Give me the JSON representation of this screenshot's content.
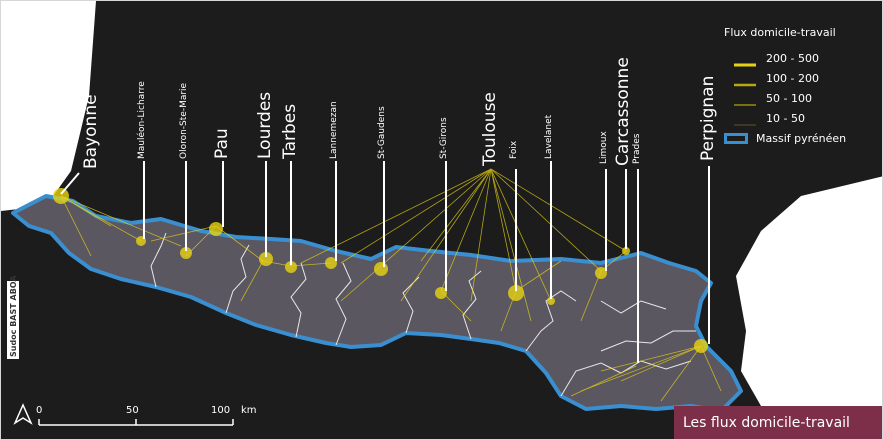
{
  "map": {
    "cities": [
      {
        "id": "bayonne",
        "label": "Bayonne",
        "size": "big"
      },
      {
        "id": "mauleon",
        "label": "Mauléon-Licharre",
        "size": "small"
      },
      {
        "id": "oloron",
        "label": "Oloron-Ste-Marie",
        "size": "small"
      },
      {
        "id": "pau",
        "label": "Pau",
        "size": "big"
      },
      {
        "id": "lourdes",
        "label": "Lourdes",
        "size": "big"
      },
      {
        "id": "tarbes",
        "label": "Tarbes",
        "size": "big"
      },
      {
        "id": "lannemezan",
        "label": "Lannemezan",
        "size": "small"
      },
      {
        "id": "stgaudens",
        "label": "St-Gaudens",
        "size": "small"
      },
      {
        "id": "stgirons",
        "label": "St-Girons",
        "size": "small"
      },
      {
        "id": "toulouse",
        "label": "Toulouse",
        "size": "big"
      },
      {
        "id": "foix",
        "label": "Foix",
        "size": "small"
      },
      {
        "id": "lavelanet",
        "label": "Lavelanet",
        "size": "small"
      },
      {
        "id": "limoux",
        "label": "Limoux",
        "size": "small"
      },
      {
        "id": "carcassonne",
        "label": "Carcassonne",
        "size": "big"
      },
      {
        "id": "prades",
        "label": "Prades",
        "size": "small"
      },
      {
        "id": "perpignan",
        "label": "Perpignan",
        "size": "big"
      }
    ],
    "legend": {
      "title": "Flux domicile-travail",
      "items": [
        {
          "label": "200 - 500",
          "color": "#e7d313"
        },
        {
          "label": "100 - 200",
          "color": "#b7a712"
        },
        {
          "label": "50 - 100",
          "color": "#7a700e"
        },
        {
          "label": "10 - 50",
          "color": "#4a4424"
        }
      ],
      "massif_label": "Massif pyrénéen",
      "massif_color": "#3a8fd1"
    },
    "scale": {
      "ticks": [
        "0",
        "50",
        "100"
      ],
      "unit": "km"
    },
    "caption": "Les flux domicile-travail",
    "north_icon": "north-arrow-icon",
    "logo_text": "Sudoc BAST ABOA"
  }
}
